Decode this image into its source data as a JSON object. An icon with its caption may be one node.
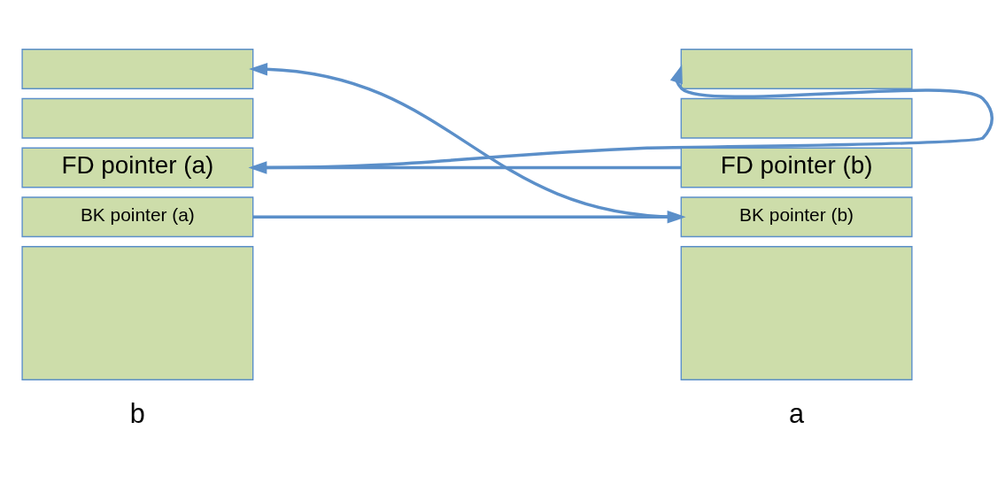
{
  "diagram": {
    "nodes": [
      {
        "text": [],
        "shape": "box"
      },
      {
        "text": [],
        "shape": "box"
      },
      {
        "text": [
          "FD pointer (a)"
        ]
      },
      {
        "text": [
          "BK pointer (a)"
        ]
      },
      {
        "text": [],
        "shape": "box"
      },
      {
        "text": [],
        "shape": "box"
      },
      {
        "text": [],
        "shape": "box"
      },
      {
        "text": [
          "FD pointer (b)"
        ]
      },
      {
        "text": [
          "BK pointer (b)"
        ]
      },
      {
        "text": [],
        "shape": "box"
      }
    ],
    "edges": [
      {
        "from": 2,
        "to": 5,
        "arrow": "to"
      },
      {
        "from": 8,
        "to": 0,
        "arrow": "to"
      },
      {
        "from": 7,
        "to": 2,
        "arrow": "to"
      },
      {
        "from": 3,
        "to": 8,
        "arrow": "to"
      }
    ],
    "labels": [
      "b",
      "a"
    ]
  }
}
